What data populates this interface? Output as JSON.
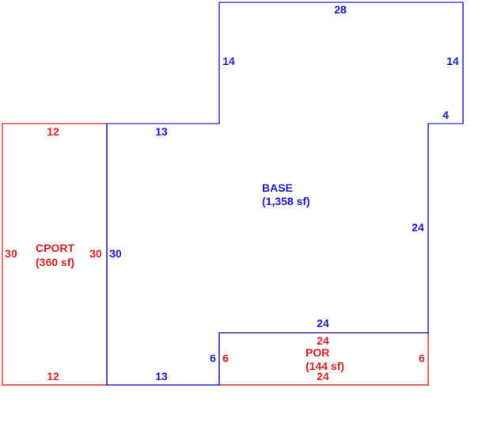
{
  "colors": {
    "base": "#1a1acc",
    "addon": "#dd2222",
    "background": "#ffffff"
  },
  "areas": {
    "base": {
      "name": "BASE",
      "size": "(1,358 sf)"
    },
    "cport": {
      "name": "CPORT",
      "size": "(360 sf)"
    },
    "por": {
      "name": "POR",
      "size": "(144 sf)"
    }
  },
  "dimensions": {
    "base_top": "28",
    "base_upper_left": "14",
    "base_upper_right": "14",
    "base_right_step": "4",
    "base_step_top": "13",
    "base_right": "24",
    "base_left": "30",
    "base_bottom": "13",
    "base_notch_top": "24",
    "base_notch_left": "6",
    "cport_top": "12",
    "cport_bottom": "12",
    "cport_left": "30",
    "cport_right": "30",
    "por_top": "24",
    "por_bottom": "24",
    "por_left": "6",
    "por_right": "6"
  }
}
